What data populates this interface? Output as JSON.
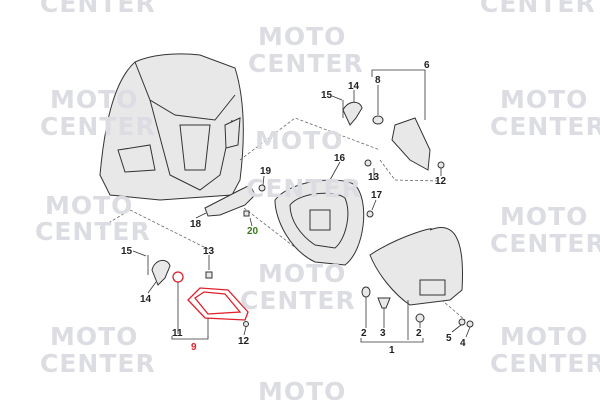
{
  "watermark": {
    "line1": "MOTO",
    "line2": "CENTER"
  },
  "colors": {
    "highlight": "#e0202a",
    "new_part": "#3a7a1a",
    "watermark": "#dcdde2"
  },
  "callouts": {
    "c6": "6",
    "c8": "8",
    "c14a": "14",
    "c15a": "15",
    "c16": "16",
    "c13a": "13",
    "c12a": "12",
    "c17": "17",
    "c19": "19",
    "c18": "18",
    "c20": "20",
    "c15b": "15",
    "c13b": "13",
    "c14b": "14",
    "c11": "11",
    "c9": "9",
    "c12b": "12",
    "c2a": "2",
    "c3": "3",
    "c2b": "2",
    "c1": "1",
    "c5": "5",
    "c4": "4"
  }
}
